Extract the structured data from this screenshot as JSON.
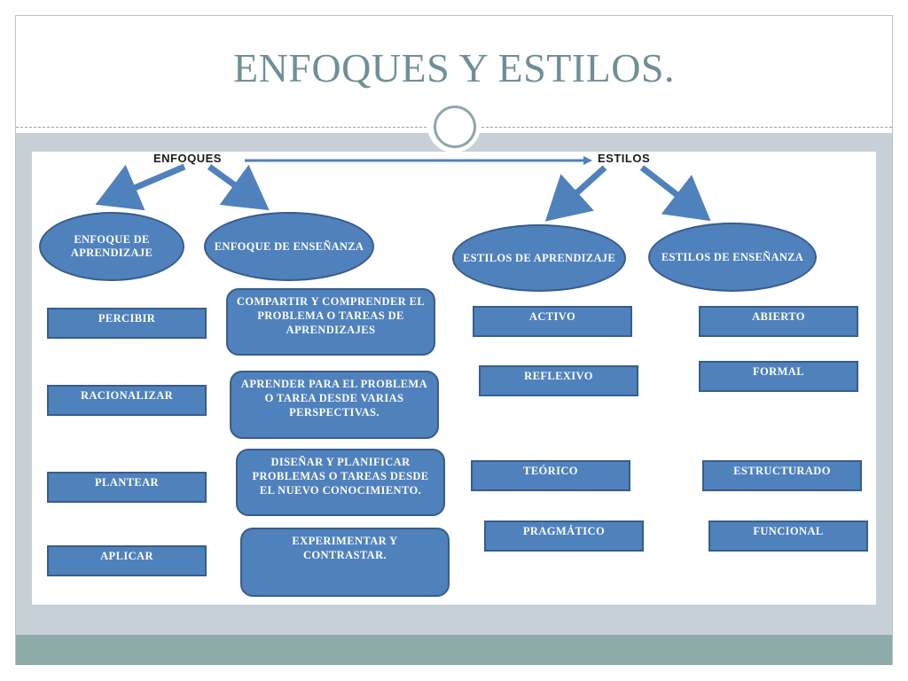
{
  "title": "ENFOQUES Y ESTILOS.",
  "diagram": {
    "enfoques": "ENFOQUES",
    "estilos": "ESTILOS",
    "enfoque_aprendizaje": "ENFOQUE DE APRENDIZAJE",
    "enfoque_ensenanza": "ENFOQUE DE ENSEÑANZA",
    "estilos_aprendizaje": "ESTILOS DE APRENDIZAJE",
    "estilos_ensenanza": "ESTILOS DE ENSEÑANZA",
    "aprendizaje_items": [
      "PERCIBIR",
      "RACIONALIZAR",
      "PLANTEAR",
      "APLICAR"
    ],
    "ensenanza_items": [
      "COMPARTIR Y COMPRENDER EL PROBLEMA O TAREAS DE APRENDIZAJES",
      "APRENDER PARA EL PROBLEMA O TAREA DESDE VARIAS PERSPECTIVAS.",
      "DISEÑAR Y PLANIFICAR PROBLEMAS O TAREAS DESDE EL NUEVO CONOCIMIENTO.",
      "EXPERIMENTAR Y CONTRASTAR."
    ],
    "estilos_aprendizaje_items": [
      "ACTIVO",
      "REFLEXIVO",
      "TEÓRICO",
      "PRAGMÁTICO"
    ],
    "estilos_ensenanza_items": [
      "ABIERTO",
      "FORMAL",
      "ESTRUCTURADO",
      "FUNCIONAL"
    ]
  },
  "colors": {
    "title": "#6f8f96",
    "node_fill": "#4f81bd",
    "node_border": "#385d8a",
    "band_gray": "#c6d0d6",
    "band_teal": "#8eaaa9"
  }
}
